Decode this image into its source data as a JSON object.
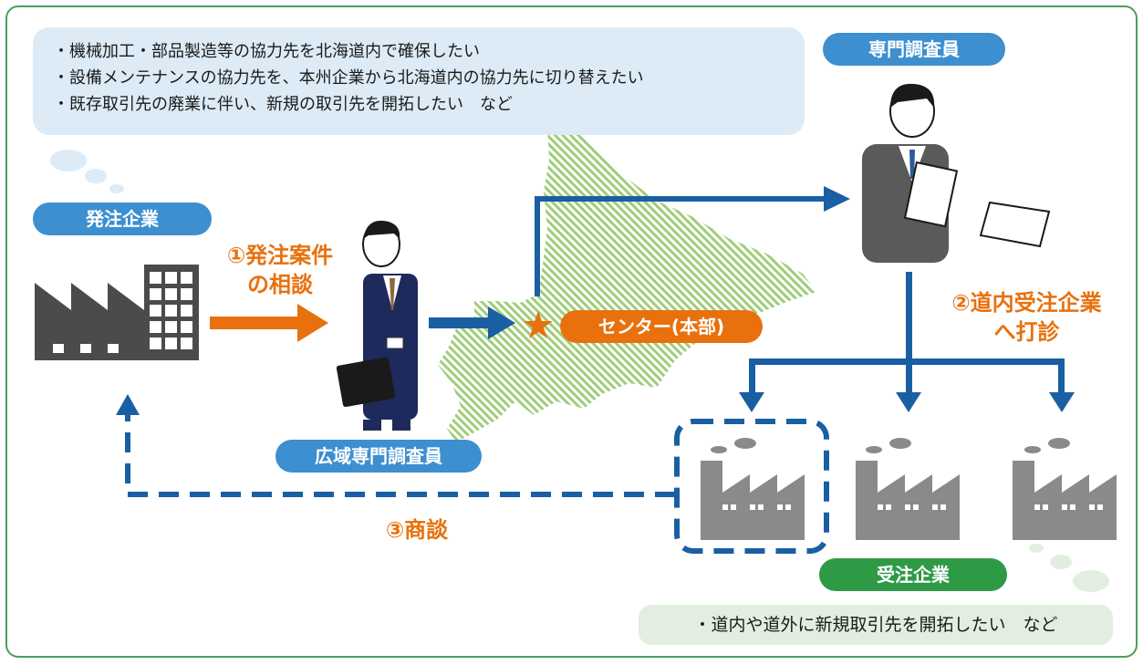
{
  "client_needs": [
    "・機械加工・部品製造等の協力先を北海道内で確保したい",
    "・設備メンテナンスの協力先を、本州企業から北海道内の協力先に切り替えたい",
    "・既存取引先の廃業に伴い、新規の取引先を開拓したい　など"
  ],
  "labels": {
    "client_company": "発注企業",
    "specialist": "専門調査員",
    "regional_specialist": "広域専門調査員",
    "center": "センター(本部)",
    "supplier_companies": "受注企業"
  },
  "steps": {
    "step1_line1": "①発注案件",
    "step1_line2": "の相談",
    "step2_line1": "②道内受注企業",
    "step2_line2": "へ打診",
    "step3": "③商談"
  },
  "supplier_needs": "・道内や道外に新規取引先を開拓したい　など",
  "colors": {
    "orange": "#e8710e",
    "blue_arrow": "#1a5fa3",
    "pill_blue": "#3d8fcf",
    "green": "#2e9a46",
    "factory_dark": "#4b4b4b",
    "factory_gray": "#8a8a8a",
    "map_green": "#9fcd79"
  },
  "icons": [
    "factory-icon",
    "person-icon",
    "star-icon",
    "hokkaido-map"
  ]
}
